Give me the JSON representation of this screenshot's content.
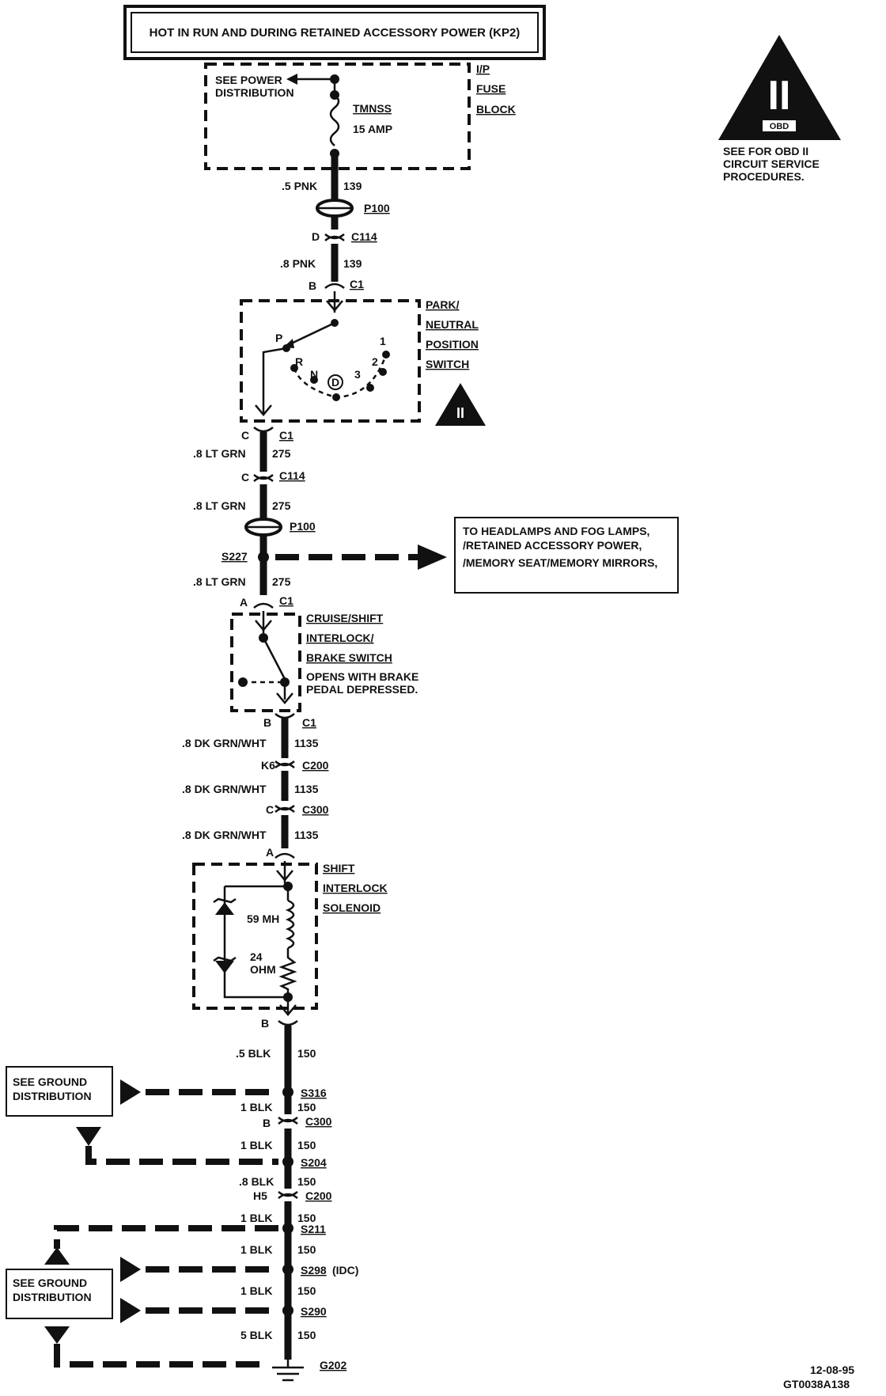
{
  "header": {
    "title": "HOT IN RUN AND DURING RETAINED ACCESSORY POWER (KP2)"
  },
  "obd_note": {
    "symbol": "II",
    "badge": "OBD",
    "lines": [
      "SEE FOR OBD II",
      "CIRCUIT SERVICE",
      "PROCEDURES."
    ]
  },
  "fuse_block": {
    "name_lines": [
      "I/P",
      "FUSE",
      "BLOCK"
    ],
    "see_lines": [
      "SEE POWER",
      "DISTRIBUTION"
    ],
    "fuse_name": "TMNSS",
    "fuse_rating": "15 AMP"
  },
  "labels": {
    "w1_size": ".5 PNK",
    "w1_circuit": "139",
    "p100": "P100",
    "c114_pin_a": "D",
    "c114": "C114",
    "w2_size": ".8 PNK",
    "w2_circuit": "139",
    "c1_pin_b": "B",
    "c1": "C1",
    "pnp_lines": [
      "PARK/",
      "NEUTRAL",
      "POSITION",
      "SWITCH"
    ],
    "gear_p": "P",
    "gear_r": "R",
    "gear_n": "N",
    "gear_d": "D",
    "gear_3": "3",
    "gear_2": "2",
    "gear_1": "1",
    "c1_pin_c": "C",
    "w3_size": ".8 LT GRN",
    "w3_circuit": "275",
    "c114_pin_c": "C",
    "w4_size": ".8 LT GRN",
    "w4_circuit": "275",
    "s227": "S227",
    "headlamps_lines": [
      "TO HEADLAMPS AND FOG LAMPS,",
      "/RETAINED ACCESSORY POWER,",
      "/MEMORY SEAT/MEMORY MIRRORS,"
    ],
    "w5_size": ".8 LT GRN",
    "w5_circuit": "275",
    "c1_pin_a": "A",
    "cruise_lines": [
      "CRUISE/SHIFT",
      "INTERLOCK/",
      "BRAKE SWITCH"
    ],
    "cruise_note": [
      "OPENS WITH BRAKE",
      "PEDAL DEPRESSED."
    ],
    "w6_size": ".8 DK GRN/WHT",
    "w6_circuit": "1135",
    "c200_pin_k6": "K6",
    "c200": "C200",
    "w7_size": ".8 DK GRN/WHT",
    "w7_circuit": "1135",
    "c300_pin_c": "C",
    "c300": "C300",
    "w8_size": ".8 DK GRN/WHT",
    "w8_circuit": "1135",
    "sol_pin_a": "A",
    "solenoid_lines": [
      "SHIFT",
      "INTERLOCK",
      "SOLENOID"
    ],
    "coil": "59 MH",
    "res_a": "24",
    "res_b": "OHM",
    "sol_pin_b": "B",
    "w9_size": ".5 BLK",
    "w9_circuit": "150",
    "ground_dist_a": [
      "SEE GROUND",
      "DISTRIBUTION"
    ],
    "s316": "S316",
    "w10_size": "1 BLK",
    "w10_circuit": "150",
    "c300b_pin": "B",
    "c300b": "C300",
    "w11_size": "1 BLK",
    "w11_circuit": "150",
    "s204": "S204",
    "w12_size": ".8 BLK",
    "w12_circuit": "150",
    "c200b_pin": "H5",
    "c200b": "C200",
    "w13_size": "1 BLK",
    "w13_circuit": "150",
    "s211": "S211",
    "w14_size": "1 BLK",
    "w14_circuit": "150",
    "s298": "S298",
    "s298_note": "(IDC)",
    "ground_dist_b": [
      "SEE GROUND",
      "DISTRIBUTION"
    ],
    "w15_size": "1 BLK",
    "w15_circuit": "150",
    "s290": "S290",
    "w16_size": "5 BLK",
    "w16_circuit": "150",
    "g202": "G202"
  },
  "footer": {
    "date": "12-08-95",
    "code": "GT0038A138"
  }
}
